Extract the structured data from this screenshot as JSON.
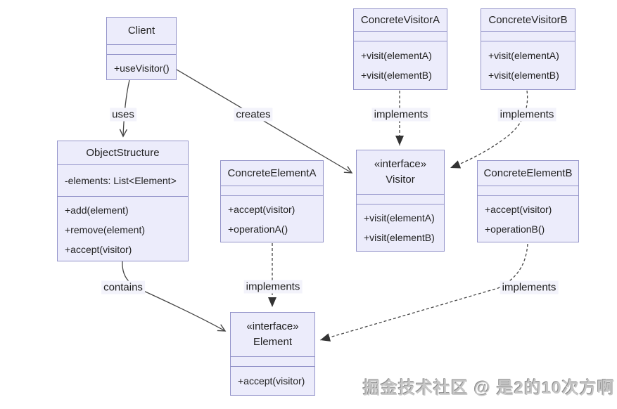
{
  "classes": {
    "client": {
      "name": "Client",
      "methods": [
        "+useVisitor()"
      ]
    },
    "concrete_visitor_a": {
      "name": "ConcreteVisitorA",
      "methods": [
        "+visit(elementA)",
        "+visit(elementB)"
      ]
    },
    "concrete_visitor_b": {
      "name": "ConcreteVisitorB",
      "methods": [
        "+visit(elementA)",
        "+visit(elementB)"
      ]
    },
    "object_structure": {
      "name": "ObjectStructure",
      "attributes": [
        "-elements: List<Element>"
      ],
      "methods": [
        "+add(element)",
        "+remove(element)",
        "+accept(visitor)"
      ]
    },
    "concrete_element_a": {
      "name": "ConcreteElementA",
      "methods": [
        "+accept(visitor)",
        "+operationA()"
      ]
    },
    "visitor": {
      "stereotype": "«interface»",
      "name": "Visitor",
      "methods": [
        "+visit(elementA)",
        "+visit(elementB)"
      ]
    },
    "concrete_element_b": {
      "name": "ConcreteElementB",
      "methods": [
        "+accept(visitor)",
        "+operationB()"
      ]
    },
    "element": {
      "stereotype": "«interface»",
      "name": "Element",
      "methods": [
        "+accept(visitor)"
      ]
    }
  },
  "edges": {
    "uses": "uses",
    "creates": "creates",
    "implements_visitor_a": "implements",
    "implements_visitor_b": "implements",
    "contains": "contains",
    "implements_element_a": "implements",
    "implements_element_b": "implements"
  },
  "watermark": "掘金技术社区 @ 是2的10次方啊",
  "colors": {
    "box_fill": "#ececfb",
    "box_border": "#9393c9",
    "line": "#454545",
    "arrow_fill": "#333333"
  }
}
